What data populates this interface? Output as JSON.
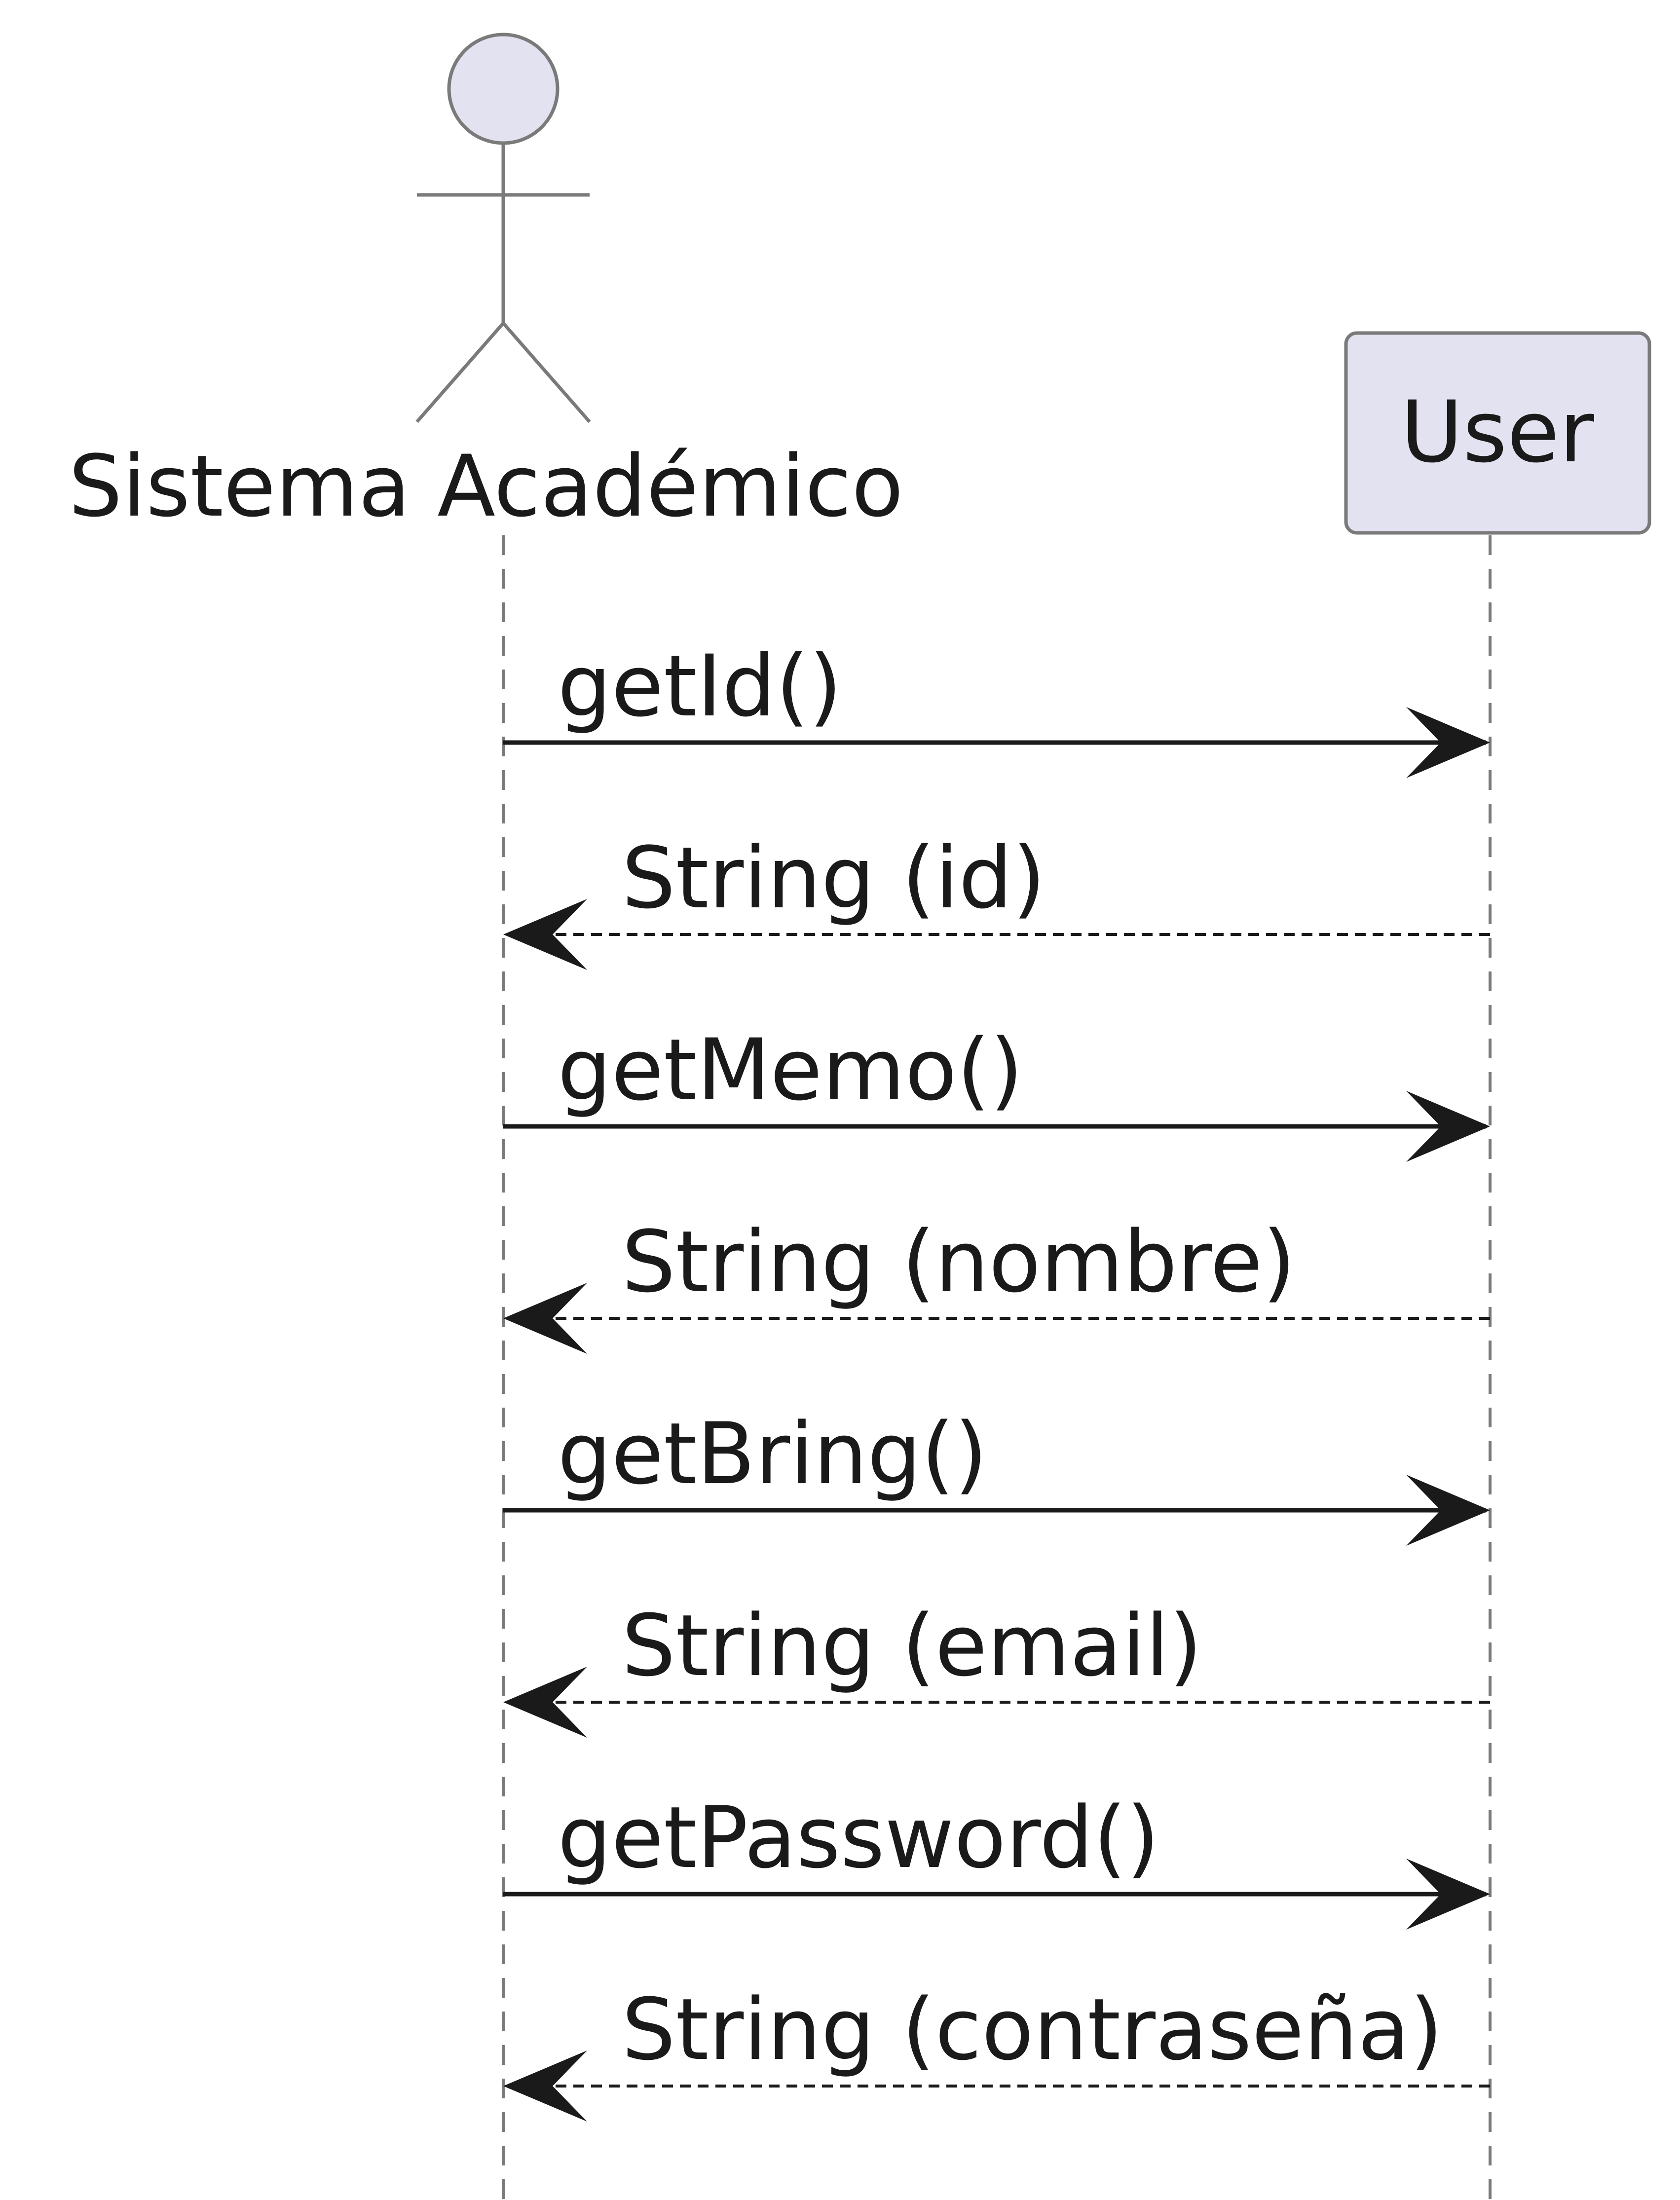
{
  "participants": [
    {
      "id": "sistema",
      "label": "Sistema Académico",
      "kind": "actor"
    },
    {
      "id": "user",
      "label": "User",
      "kind": "participant"
    }
  ],
  "messages": [
    {
      "label": "getId()",
      "from": "sistema",
      "to": "user",
      "style": "solid"
    },
    {
      "label": "String (id)",
      "from": "user",
      "to": "sistema",
      "style": "dashed"
    },
    {
      "label": "getMemo()",
      "from": "sistema",
      "to": "user",
      "style": "solid"
    },
    {
      "label": "String (nombre)",
      "from": "user",
      "to": "sistema",
      "style": "dashed"
    },
    {
      "label": "getBring()",
      "from": "sistema",
      "to": "user",
      "style": "solid"
    },
    {
      "label": "String (email)",
      "from": "user",
      "to": "sistema",
      "style": "dashed"
    },
    {
      "label": "getPassword()",
      "from": "sistema",
      "to": "user",
      "style": "solid"
    },
    {
      "label": "String (contraseña)",
      "from": "user",
      "to": "sistema",
      "style": "dashed"
    }
  ],
  "colors": {
    "participant_fill": "#e2e2f0",
    "outline": "#7a7a7a",
    "arrow": "#1a1a1a",
    "text": "#1a1a1a",
    "background": "#ffffff"
  }
}
